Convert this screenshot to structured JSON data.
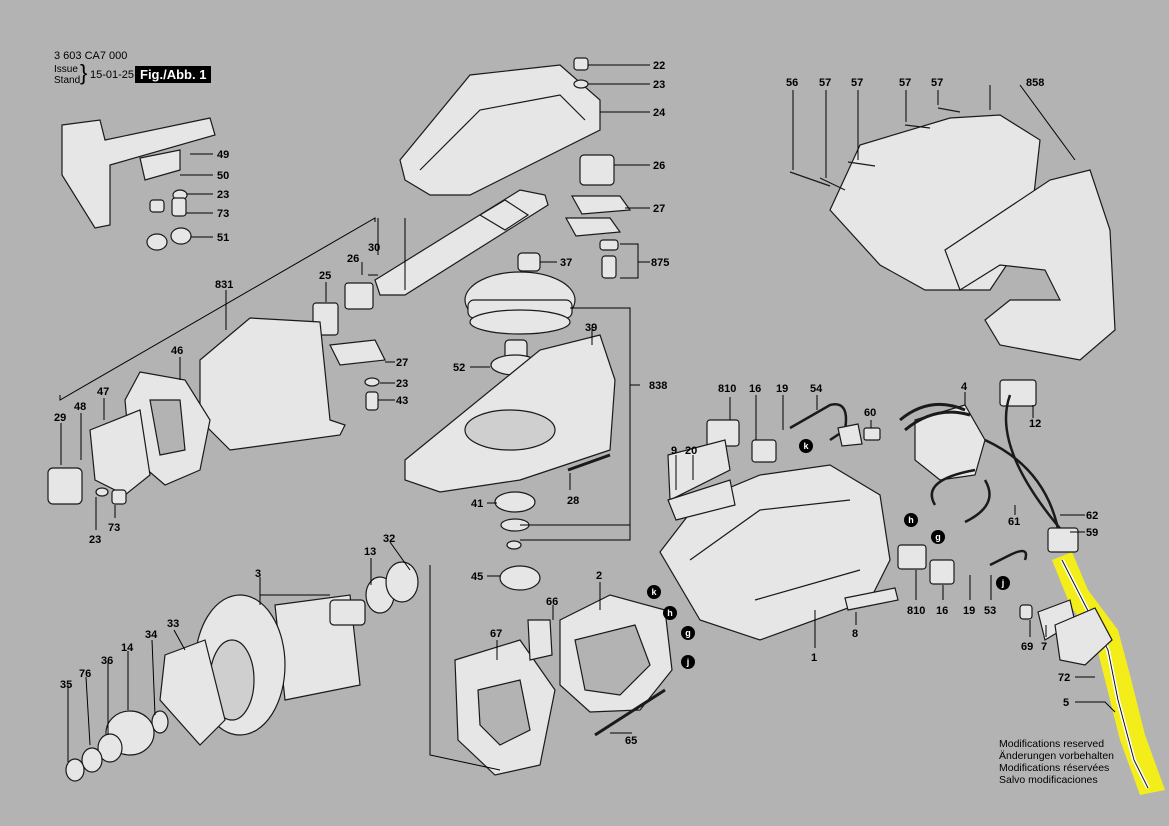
{
  "header": {
    "document_number": "3 603 CA7 000",
    "issue_label": "Issue",
    "stand_label": "Stand",
    "date": "15-01-25",
    "figure": "Fig./Abb. 1"
  },
  "notes": [
    "Modifications reserved",
    "Änderungen vorbehalten",
    "Modifications réservées",
    "Salvo modificaciones"
  ],
  "colors": {
    "background": "#b3b3b3",
    "part_fill": "#e6e6e6",
    "part_stroke": "#1a1a1a",
    "highlight": "#f3ee1a",
    "figure_badge": "#000000"
  },
  "labels": [
    {
      "id": "p22",
      "text": "22"
    },
    {
      "id": "p23a",
      "text": "23"
    },
    {
      "id": "p24",
      "text": "24"
    },
    {
      "id": "p26a",
      "text": "26"
    },
    {
      "id": "p27a",
      "text": "27"
    },
    {
      "id": "p37",
      "text": "37"
    },
    {
      "id": "p875",
      "text": "875"
    },
    {
      "id": "p49",
      "text": "49"
    },
    {
      "id": "p50",
      "text": "50"
    },
    {
      "id": "p23b",
      "text": "23"
    },
    {
      "id": "p73a",
      "text": "73"
    },
    {
      "id": "p51",
      "text": "51"
    },
    {
      "id": "p831",
      "text": "831"
    },
    {
      "id": "p30",
      "text": "30"
    },
    {
      "id": "p26b",
      "text": "26"
    },
    {
      "id": "p25",
      "text": "25"
    },
    {
      "id": "p27b",
      "text": "27"
    },
    {
      "id": "p23c",
      "text": "23"
    },
    {
      "id": "p43",
      "text": "43"
    },
    {
      "id": "p46",
      "text": "46"
    },
    {
      "id": "p47",
      "text": "47"
    },
    {
      "id": "p48",
      "text": "48"
    },
    {
      "id": "p29",
      "text": "29"
    },
    {
      "id": "p23d",
      "text": "23"
    },
    {
      "id": "p73b",
      "text": "73"
    },
    {
      "id": "p39",
      "text": "39"
    },
    {
      "id": "p52",
      "text": "52"
    },
    {
      "id": "p838",
      "text": "838"
    },
    {
      "id": "p28",
      "text": "28"
    },
    {
      "id": "p41",
      "text": "41"
    },
    {
      "id": "p45",
      "text": "45"
    },
    {
      "id": "p56",
      "text": "56"
    },
    {
      "id": "p57a",
      "text": "57"
    },
    {
      "id": "p57b",
      "text": "57"
    },
    {
      "id": "p57c",
      "text": "57"
    },
    {
      "id": "p57d",
      "text": "57"
    },
    {
      "id": "p858",
      "text": "858"
    },
    {
      "id": "p810a",
      "text": "810"
    },
    {
      "id": "p16a",
      "text": "16"
    },
    {
      "id": "p19a",
      "text": "19"
    },
    {
      "id": "p54",
      "text": "54"
    },
    {
      "id": "p60",
      "text": "60"
    },
    {
      "id": "p4",
      "text": "4"
    },
    {
      "id": "p12",
      "text": "12"
    },
    {
      "id": "p9",
      "text": "9"
    },
    {
      "id": "p20",
      "text": "20"
    },
    {
      "id": "p62",
      "text": "62"
    },
    {
      "id": "p59",
      "text": "59"
    },
    {
      "id": "p61",
      "text": "61"
    },
    {
      "id": "p810b",
      "text": "810"
    },
    {
      "id": "p16b",
      "text": "16"
    },
    {
      "id": "p19b",
      "text": "19"
    },
    {
      "id": "p53",
      "text": "53"
    },
    {
      "id": "p8",
      "text": "8"
    },
    {
      "id": "p1",
      "text": "1"
    },
    {
      "id": "p69",
      "text": "69"
    },
    {
      "id": "p7",
      "text": "7"
    },
    {
      "id": "p72",
      "text": "72"
    },
    {
      "id": "p5",
      "text": "5"
    },
    {
      "id": "p3",
      "text": "3"
    },
    {
      "id": "p13",
      "text": "13"
    },
    {
      "id": "p32",
      "text": "32"
    },
    {
      "id": "p33",
      "text": "33"
    },
    {
      "id": "p34",
      "text": "34"
    },
    {
      "id": "p14",
      "text": "14"
    },
    {
      "id": "p36",
      "text": "36"
    },
    {
      "id": "p76",
      "text": "76"
    },
    {
      "id": "p35",
      "text": "35"
    },
    {
      "id": "p2",
      "text": "2"
    },
    {
      "id": "p66",
      "text": "66"
    },
    {
      "id": "p67",
      "text": "67"
    },
    {
      "id": "p65",
      "text": "65"
    }
  ],
  "connector_markers": [
    {
      "id": "k1",
      "text": "k"
    },
    {
      "id": "h1",
      "text": "h"
    },
    {
      "id": "g1",
      "text": "g"
    },
    {
      "id": "j1",
      "text": "j"
    },
    {
      "id": "k2",
      "text": "k"
    },
    {
      "id": "h2",
      "text": "h"
    },
    {
      "id": "g2",
      "text": "g"
    },
    {
      "id": "j2",
      "text": "j"
    }
  ]
}
